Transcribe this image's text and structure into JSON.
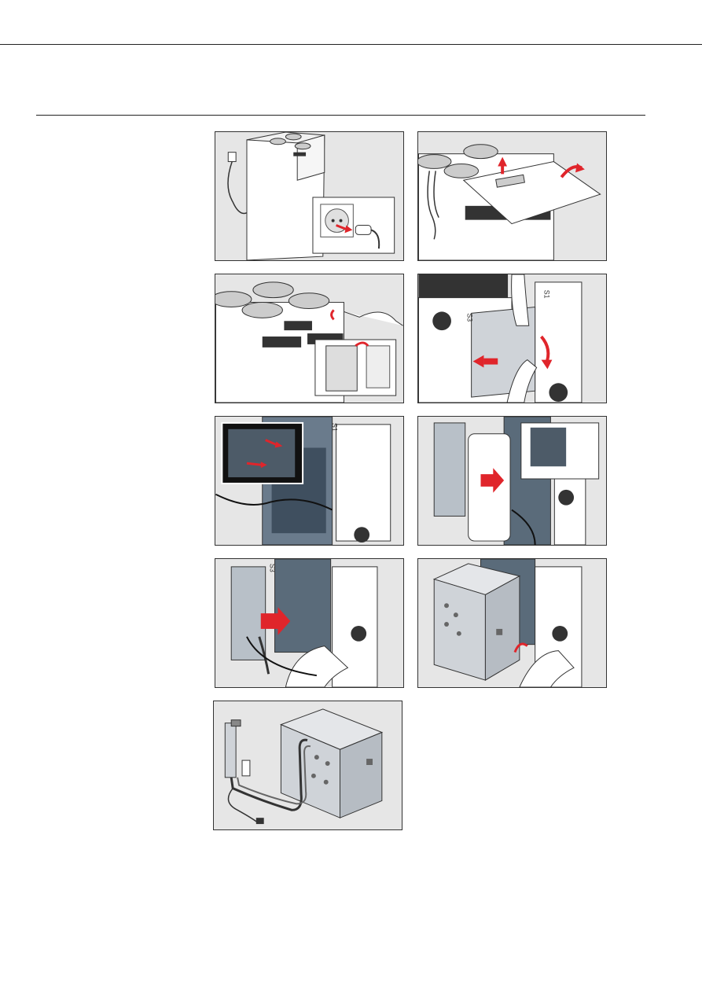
{
  "page": {
    "background": "#ffffff",
    "rule_color": "#222222"
  },
  "figure": {
    "panel_background": "#e6e6e6",
    "accent_color": "#e0252b",
    "panels": [
      {
        "id": "unplug-power",
        "labels": []
      },
      {
        "id": "remove-top-cover",
        "labels": []
      },
      {
        "id": "unscrew-display-panel",
        "labels": []
      },
      {
        "id": "remove-front-cover",
        "labels": [
          "S1",
          "S3"
        ]
      },
      {
        "id": "disconnect-connectors",
        "labels": [
          "S1"
        ]
      },
      {
        "id": "remove-inner-cover",
        "labels": []
      },
      {
        "id": "pull-module-out",
        "labels": [
          "S3"
        ]
      },
      {
        "id": "lift-module-box",
        "labels": []
      },
      {
        "id": "module-with-cables",
        "labels": []
      }
    ]
  }
}
